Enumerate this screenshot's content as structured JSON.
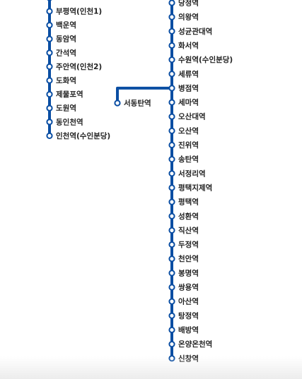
{
  "line_color": "#0a4ea3",
  "station_fill": "#ffffff",
  "label_color": "#222222",
  "left_branch": {
    "stations": [
      {
        "name": "부평역(인천1)"
      },
      {
        "name": "백운역"
      },
      {
        "name": "동암역"
      },
      {
        "name": "간석역"
      },
      {
        "name": "주안역(인천2)"
      },
      {
        "name": "도화역"
      },
      {
        "name": "제물포역"
      },
      {
        "name": "도원역"
      },
      {
        "name": "동인천역"
      },
      {
        "name": "인천역(수인분당)"
      }
    ]
  },
  "spur_branch": {
    "stations": [
      {
        "name": "서동탄역"
      }
    ]
  },
  "main_line": {
    "stations": [
      {
        "name": "당정역"
      },
      {
        "name": "의왕역"
      },
      {
        "name": "성균관대역"
      },
      {
        "name": "화서역"
      },
      {
        "name": "수원역(수인분당)"
      },
      {
        "name": "세류역"
      },
      {
        "name": "병점역"
      },
      {
        "name": "세마역"
      },
      {
        "name": "오산대역"
      },
      {
        "name": "오산역"
      },
      {
        "name": "진위역"
      },
      {
        "name": "송탄역"
      },
      {
        "name": "서정리역"
      },
      {
        "name": "평택지제역"
      },
      {
        "name": "평택역"
      },
      {
        "name": "성환역"
      },
      {
        "name": "직산역"
      },
      {
        "name": "두정역"
      },
      {
        "name": "천안역"
      },
      {
        "name": "봉명역"
      },
      {
        "name": "쌍용역"
      },
      {
        "name": "아산역"
      },
      {
        "name": "탕정역"
      },
      {
        "name": "배방역"
      },
      {
        "name": "온양온천역"
      },
      {
        "name": "신창역"
      }
    ]
  }
}
